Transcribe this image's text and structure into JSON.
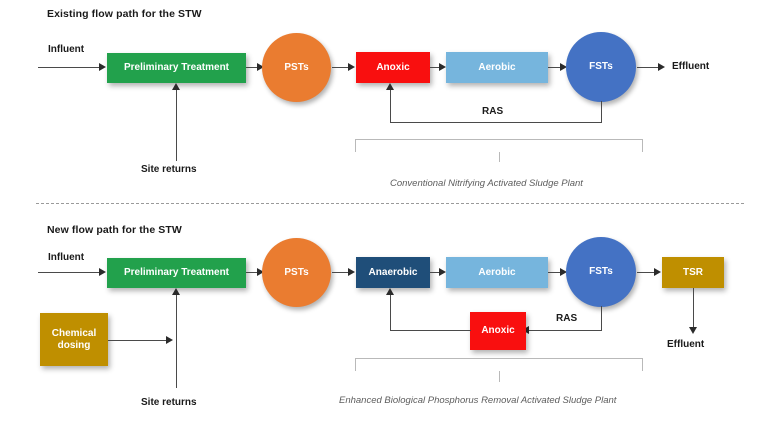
{
  "diagram": {
    "type": "process-flow",
    "colors": {
      "preliminary_treatment": "#22a14c",
      "psts": "#ea7c30",
      "anoxic": "#f90f0f",
      "aerobic": "#76b5dd",
      "anaerobic": "#1f4e79",
      "fsts": "#4472c4",
      "tsr": "#bf8f00",
      "chemical_dosing": "#bf8f00",
      "connector": "#4a4a4a",
      "bracket": "#b9b9b9",
      "divider": "#9a9a9a",
      "caption_text": "#5d5d5d",
      "label_text": "#1a1a1a"
    },
    "top": {
      "title": "Existing flow path for the STW",
      "influent_label": "Influent",
      "effluent_label": "Effluent",
      "site_returns_label": "Site returns",
      "ras_label": "RAS",
      "caption": "Conventional Nitrifying Activated Sludge Plant",
      "nodes": [
        {
          "id": "preliminary-treatment",
          "label": "Preliminary Treatment",
          "shape": "rect"
        },
        {
          "id": "psts",
          "label": "PSTs",
          "shape": "circle"
        },
        {
          "id": "anoxic",
          "label": "Anoxic",
          "shape": "rect"
        },
        {
          "id": "aerobic",
          "label": "Aerobic",
          "shape": "rect"
        },
        {
          "id": "fsts",
          "label": "FSTs",
          "shape": "circle"
        }
      ]
    },
    "bottom": {
      "title": "New flow path for the STW",
      "influent_label": "Influent",
      "effluent_label": "Effluent",
      "site_returns_label": "Site returns",
      "ras_label": "RAS",
      "chemical_dosing_label_line1": "Chemical",
      "chemical_dosing_label_line2": "dosing",
      "caption": "Enhanced Biological Phosphorus Removal Activated Sludge Plant",
      "nodes": [
        {
          "id": "preliminary-treatment",
          "label": "Preliminary Treatment",
          "shape": "rect"
        },
        {
          "id": "psts",
          "label": "PSTs",
          "shape": "circle"
        },
        {
          "id": "anaerobic",
          "label": "Anaerobic",
          "shape": "rect"
        },
        {
          "id": "aerobic",
          "label": "Aerobic",
          "shape": "rect"
        },
        {
          "id": "fsts",
          "label": "FSTs",
          "shape": "circle"
        },
        {
          "id": "tsr",
          "label": "TSR",
          "shape": "rect"
        },
        {
          "id": "anoxic",
          "label": "Anoxic",
          "shape": "rect"
        },
        {
          "id": "chemical-dosing",
          "label": "Chemical dosing",
          "shape": "rect"
        }
      ]
    }
  }
}
